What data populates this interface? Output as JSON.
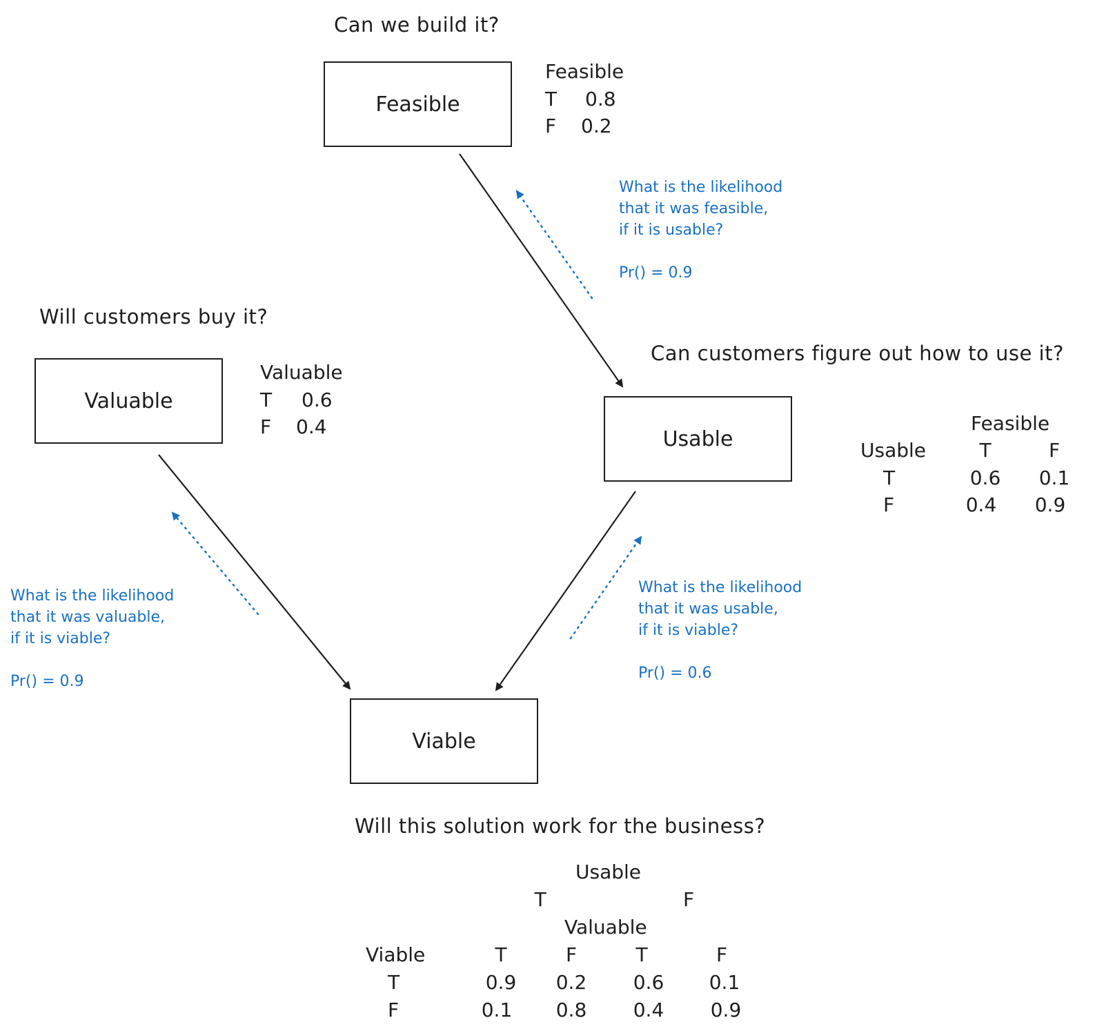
{
  "colors": {
    "ink": "#1e1e1e",
    "note": "#1971c2",
    "background": "#ffffff"
  },
  "nodes": {
    "feasible": {
      "label": "Feasible",
      "question": "Can we build it?"
    },
    "valuable": {
      "label": "Valuable",
      "question": "Will customers buy it?"
    },
    "usable": {
      "label": "Usable",
      "question": "Can customers figure out how to use it?"
    },
    "viable": {
      "label": "Viable",
      "question": "Will this solution work for the business?"
    }
  },
  "tables": {
    "feasible": {
      "title": "Feasible",
      "rows": [
        {
          "key": "T",
          "value": "0.8"
        },
        {
          "key": "F",
          "value": "0.2"
        }
      ]
    },
    "valuable": {
      "title": "Valuable",
      "rows": [
        {
          "key": "T",
          "value": "0.6"
        },
        {
          "key": "F",
          "value": "0.4"
        }
      ]
    },
    "usable": {
      "parent": "Feasible",
      "child": "Usable",
      "cols": [
        "T",
        "F"
      ],
      "rows": [
        {
          "key": "T",
          "values": [
            "0.6",
            "0.1"
          ]
        },
        {
          "key": "F",
          "values": [
            "0.4",
            "0.9"
          ]
        }
      ]
    },
    "viable": {
      "parent1": "Usable",
      "parent1_cols": [
        "T",
        "F"
      ],
      "parent2": "Valuable",
      "child": "Viable",
      "cols": [
        "T",
        "F",
        "T",
        "F"
      ],
      "rows": [
        {
          "key": "T",
          "values": [
            "0.9",
            "0.2",
            "0.6",
            "0.1"
          ]
        },
        {
          "key": "F",
          "values": [
            "0.1",
            "0.8",
            "0.4",
            "0.9"
          ]
        }
      ]
    }
  },
  "notes": {
    "feasible_given_usable": {
      "lines": [
        "What is the likelihood",
        "that it was feasible,",
        "if it is usable?"
      ],
      "prob": "Pr() = 0.9"
    },
    "valuable_given_viable": {
      "lines": [
        "What is the likelihood",
        "that it was valuable,",
        "if it is viable?"
      ],
      "prob": "Pr() = 0.9"
    },
    "usable_given_viable": {
      "lines": [
        "What is the likelihood",
        "that it was usable,",
        "if it is viable?"
      ],
      "prob": "Pr() = 0.6"
    }
  }
}
